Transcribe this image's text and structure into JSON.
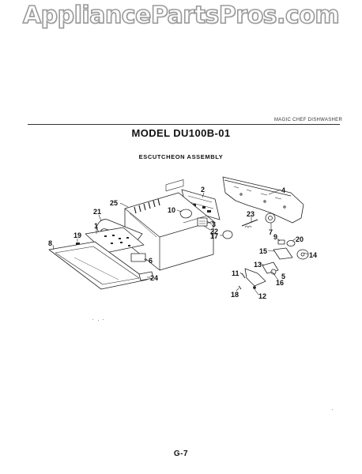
{
  "watermark": "AppliancePartsPros.com",
  "header": {
    "brand": "MAGIC CHEF DISHWASHER",
    "model": "MODEL DU100B-01",
    "assembly": "ESCUTCHEON ASSEMBLY"
  },
  "callouts": [
    "2",
    "4",
    "25",
    "10",
    "23",
    "21",
    "3",
    "22",
    "7",
    "1",
    "17",
    "9",
    "20",
    "19",
    "15",
    "14",
    "8",
    "6",
    "13",
    "11",
    "5",
    "24",
    "16",
    "18",
    "12"
  ],
  "footer": {
    "page": "G-7"
  }
}
